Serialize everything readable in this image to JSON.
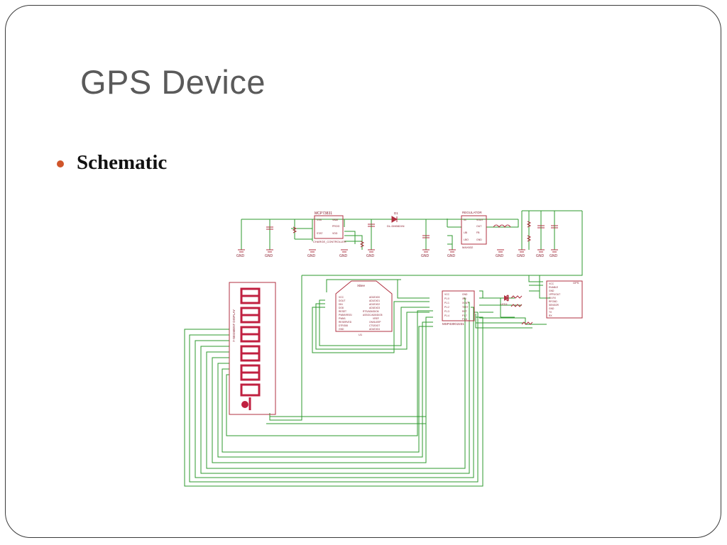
{
  "slide": {
    "title": "GPS Device",
    "bullets": [
      {
        "text": "Schematic"
      }
    ]
  },
  "colors": {
    "title": "#5a5a5a",
    "bullet": "#d0552a",
    "wire": "#2e9a2e",
    "component": "#b03040",
    "label": "#8a2030"
  },
  "schematic": {
    "parts": {
      "charger": {
        "name": "MCP73831",
        "value": "CHARGE_CONTROLLER",
        "pins_left": [
          "VSS",
          "STAT"
        ],
        "pins_right": [
          "VBAT",
          "PROG",
          "VDD"
        ]
      },
      "diode": {
        "name": "D1",
        "value": "DL-DM0824N"
      },
      "regulator": {
        "name": "REGULATOR",
        "value": "MAX632",
        "pins_left": [
          "IN",
          "LBI",
          "LBO"
        ],
        "pins_right": [
          "VOUT",
          "OUT",
          "FB",
          "GND"
        ]
      },
      "display": {
        "name": "7-SEGMENT DISPLAY"
      },
      "xbee": {
        "name": "XBee",
        "value": "U1",
        "pins_left": [
          "VCC",
          "DOUT",
          "DIN",
          "DO8",
          "RESET",
          "PWM0/RSSI",
          "PWM1",
          "RESERVED",
          "DTR/DI8",
          "GND"
        ],
        "pins_right": [
          "AD0/DIO0",
          "AD1/DIO1",
          "AD2/DIO2",
          "AD3/DIO3",
          "RTS/AD6/DIO6",
          "ASSOC/AD5/DIO5",
          "VREF",
          "ON/SLEEP",
          "CTS/DIO7",
          "AD4/DIO4"
        ]
      },
      "mcu": {
        "name": "MSP430G2231",
        "pins_left": [
          "VCC",
          "P1.0",
          "P1.1",
          "P1.2",
          "P1.3",
          "P1.4"
        ],
        "pins_right": [
          "GND",
          "XIN",
          "XOUT",
          "TEST",
          "RST",
          "P1.7",
          "P1.6"
        ]
      },
      "gps": {
        "name": "GPS",
        "pins_left": [
          "VCC",
          "ENABLE",
          "GND",
          "1PPS/OUT",
          "TX-RX",
          "RFGND",
          "SENSOR",
          "GND",
          "TX",
          "RX"
        ]
      },
      "led": {
        "name": "LED1"
      },
      "ground_label": "GND"
    }
  }
}
